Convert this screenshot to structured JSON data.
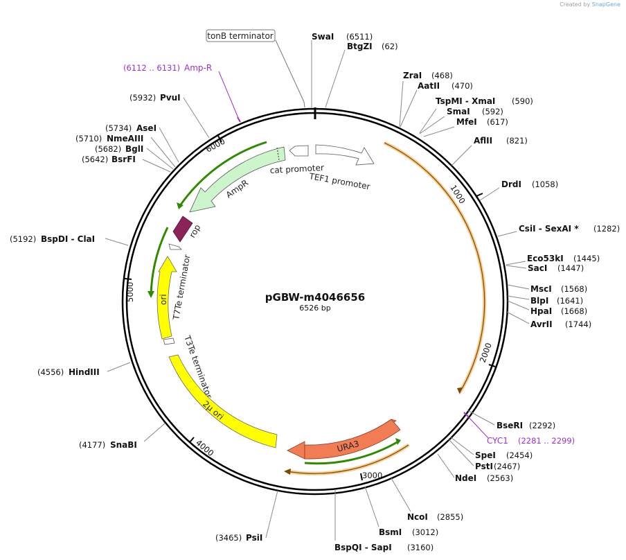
{
  "app": {
    "credit_prefix": "Created by",
    "credit_brand": "SnapGene"
  },
  "plasmid": {
    "name": "pGBW-m4046656",
    "size_label": "6526 bp",
    "length": 6526
  },
  "ticks": [
    "1000",
    "2000",
    "3000",
    "4000",
    "5000",
    "6000"
  ],
  "enzymes": [
    {
      "name": "SwaI",
      "pos": "(6511)"
    },
    {
      "name": "BtgZI",
      "pos": "(62)"
    },
    {
      "name": "ZraI",
      "pos": "(468)"
    },
    {
      "name": "AatII",
      "pos": "(470)"
    },
    {
      "name": "TspMI  -  XmaI",
      "pos": "(590)"
    },
    {
      "name": "SmaI",
      "pos": "(592)"
    },
    {
      "name": "MfeI",
      "pos": "(617)"
    },
    {
      "name": "AflII",
      "pos": "(821)"
    },
    {
      "name": "DrdI",
      "pos": "(1058)"
    },
    {
      "name": "CsiI  -  SexAI *",
      "pos": "(1282)"
    },
    {
      "name": "Eco53kI",
      "pos": "(1445)"
    },
    {
      "name": "SacI",
      "pos": "(1447)"
    },
    {
      "name": "MscI",
      "pos": "(1568)"
    },
    {
      "name": "BlpI",
      "pos": "(1641)"
    },
    {
      "name": "HpaI",
      "pos": "(1668)"
    },
    {
      "name": "AvrII",
      "pos": "(1744)"
    },
    {
      "name": "BseRI",
      "pos": "(2292)"
    },
    {
      "name": "SpeI",
      "pos": "(2454)"
    },
    {
      "name": "PstI",
      "pos": "(2467)"
    },
    {
      "name": "NdeI",
      "pos": "(2563)"
    },
    {
      "name": "NcoI",
      "pos": "(2855)"
    },
    {
      "name": "BsmI",
      "pos": "(3012)"
    },
    {
      "name": "BspQI  -  SapI",
      "pos": "(3160)"
    },
    {
      "name": "PsiI",
      "pos": "(3465)"
    },
    {
      "name": "SnaBI",
      "pos": "(4177)"
    },
    {
      "name": "HindIII",
      "pos": "(4556)"
    },
    {
      "name": "BspDI  -  ClaI",
      "pos": "(5192)"
    },
    {
      "name": "BsrFI",
      "pos": "(5642)"
    },
    {
      "name": "BglI",
      "pos": "(5682)"
    },
    {
      "name": "NmeAIII",
      "pos": "(5710)"
    },
    {
      "name": "AseI",
      "pos": "(5734)"
    },
    {
      "name": "PvuI",
      "pos": "(5932)"
    }
  ],
  "primers": [
    {
      "name": "Amp-R",
      "range": "(6112 .. 6131)"
    },
    {
      "name": "CYC1",
      "range": "(2281 .. 2299)"
    }
  ],
  "features": {
    "tonb": "tonB terminator",
    "cat_promoter": "cat promoter",
    "tef1": "TEF1 promoter",
    "ampr": "AmpR",
    "rop": "rop",
    "ori": "ori",
    "t7te": "T7Te terminator",
    "t3te": "T3Te terminator",
    "two_mu": "2μ ori",
    "ura3": "URA3"
  },
  "colors": {
    "backbone": "#000000",
    "ampr": "#ccf5cc",
    "rop": "#8c2358",
    "ori": "#ffff00",
    "ura3": "#f27d54",
    "primer": "#9b30d0",
    "green_arc": "#2f8a00",
    "orange_arc": "#f7c98a",
    "promoter": "#ffffff"
  }
}
